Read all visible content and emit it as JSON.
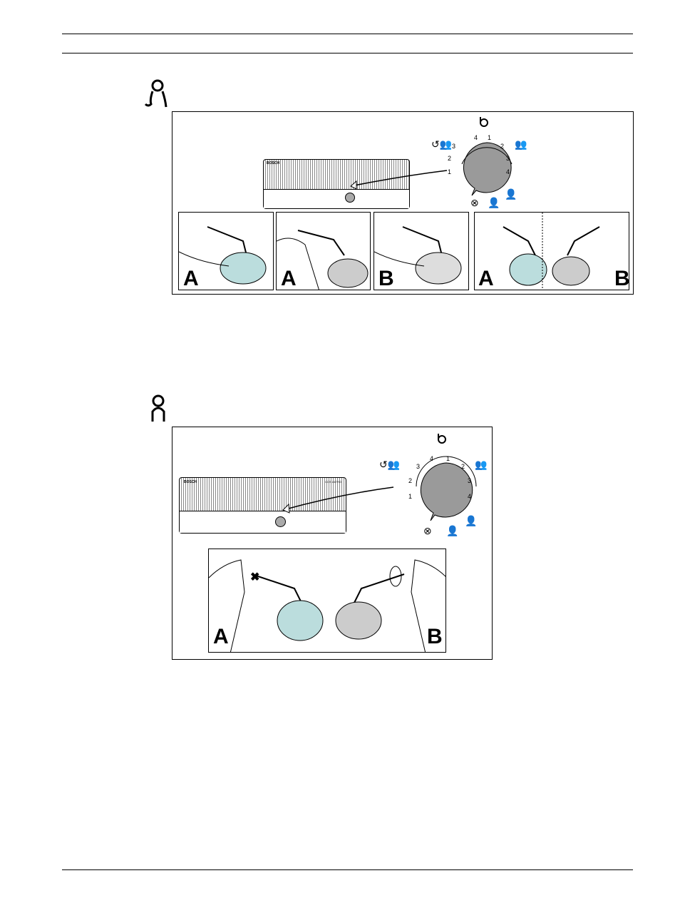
{
  "header": {},
  "figure1": {
    "panel_labels": [
      "A",
      "A",
      "B",
      "A",
      "B"
    ],
    "dial_left_ticks": [
      "3",
      "2",
      "1"
    ],
    "dial_top_ticks": [
      "4",
      "1"
    ],
    "dial_right_ticks": [
      "2",
      "3",
      "4"
    ],
    "unit_brand": "BOSCH"
  },
  "figure2": {
    "panel_labels": [
      "A",
      "B"
    ],
    "dial_left_ticks": [
      "3",
      "2",
      "1"
    ],
    "dial_top_ticks": [
      "4",
      "1"
    ],
    "dial_right_ticks": [
      "2",
      "3",
      "4"
    ],
    "unit_brand": "BOSCH",
    "unit_model": "CCS ULTRO"
  },
  "icons": {
    "section1": "single-speaker-override-icon",
    "section2": "single-speaker-icon"
  }
}
